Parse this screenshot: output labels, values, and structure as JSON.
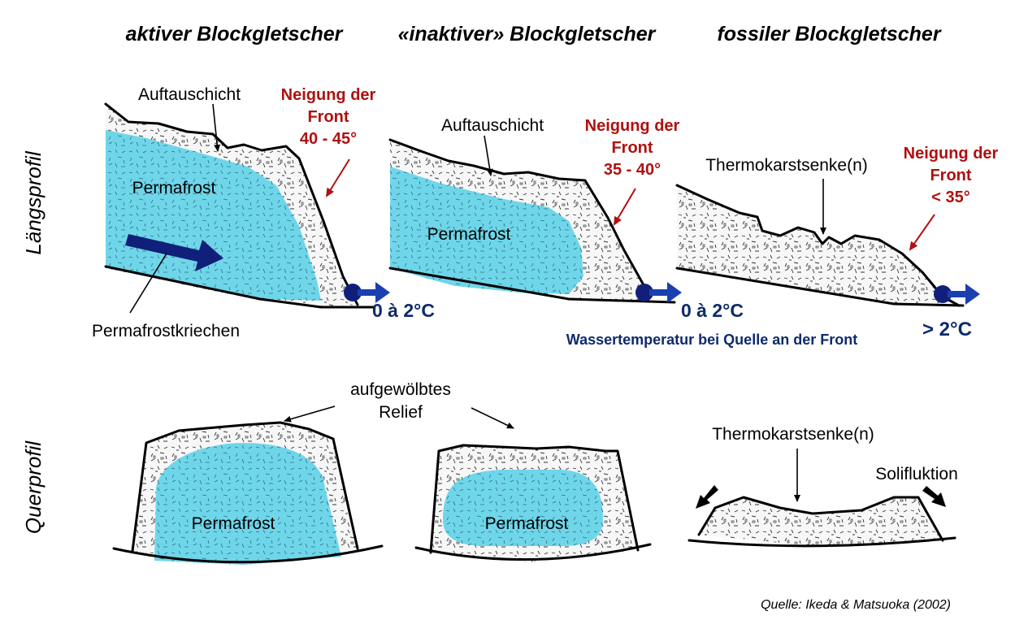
{
  "columns": {
    "active": "aktiver Blockgletscher",
    "inactive": "«inaktiver» Blockgletscher",
    "fossil": "fossiler Blockgletscher"
  },
  "rows": {
    "longitudinal": "Längsprofil",
    "cross": "Querprofil"
  },
  "labels": {
    "thaw_layer_1": "Auftauschicht",
    "thaw_layer_2": "Auftauschicht",
    "permafrost_1": "Permafrost",
    "permafrost_2": "Permafrost",
    "permafrost_3": "Permafrost",
    "permafrost_4": "Permafrost",
    "permafrost_creep": "Permafrostkriechen",
    "thermokarst_1": "Thermokarstsenke(n)",
    "thermokarst_2": "Thermokarstsenke(n)",
    "relief_line1": "aufgewölbtes",
    "relief_line2": "Relief",
    "solifluction": "Solifluktion"
  },
  "fronts": [
    {
      "line1": "Neigung der",
      "line2": "Front",
      "angle": "40 - 45°"
    },
    {
      "line1": "Neigung der",
      "line2": "Front",
      "angle": "35 - 40°"
    },
    {
      "line1": "Neigung der",
      "line2": "Front",
      "angle": "< 35°"
    }
  ],
  "water": {
    "temp_active": "0 à 2°C",
    "temp_inactive": "0 à 2°C",
    "temp_fossil": "> 2°C",
    "caption": "Wassertemperatur bei Quelle an der Front"
  },
  "source": "Quelle: Ikeda & Matsuoka (2002)",
  "colors": {
    "permafrost": "#6fd6ea",
    "front_text": "#b01010",
    "water": "#0f2a6b",
    "outline": "#000000"
  }
}
